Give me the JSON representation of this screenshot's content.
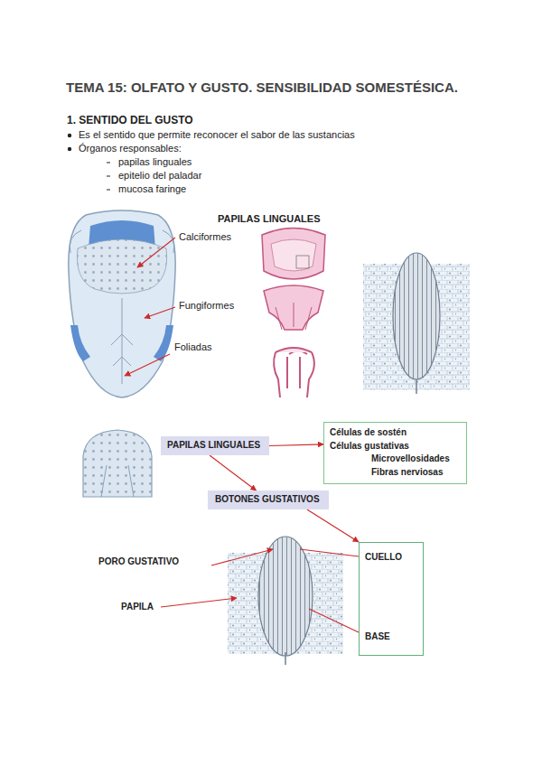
{
  "diagram": {
    "title": "TEMA 15: OLFATO Y GUSTO. SENSIBILIDAD SOMESTÉSICA.",
    "nodes": [
      {
        "text": [
          "PAPILAS LINGUALES"
        ]
      },
      {
        "text": [
          "Células de sostén",
          "Células gustativas",
          "Microvellosidades",
          "Fibras nerviosas"
        ]
      },
      {
        "text": [
          "BOTONES GUSTATIVOS"
        ]
      },
      {
        "text": [
          "CUELLO",
          "BASE"
        ]
      }
    ],
    "edges": [
      {
        "from": 0,
        "to": 1,
        "arrow": "to"
      },
      {
        "from": 0,
        "to": 2,
        "arrow": "to"
      },
      {
        "from": 2,
        "to": 3,
        "arrow": "to"
      }
    ],
    "labels": [
      "1. SENTIDO DEL GUSTO",
      "Es el sentido que permite reconocer el sabor de las sustancias",
      "Órganos responsables:",
      "papilas linguales",
      "epitelio del paladar",
      "mucosa faringe",
      "PAPILAS LINGUALES",
      "Calciformes",
      "Fungiformes",
      "Foliadas",
      "PORO GUSTATIVO",
      "PAPILA"
    ]
  }
}
